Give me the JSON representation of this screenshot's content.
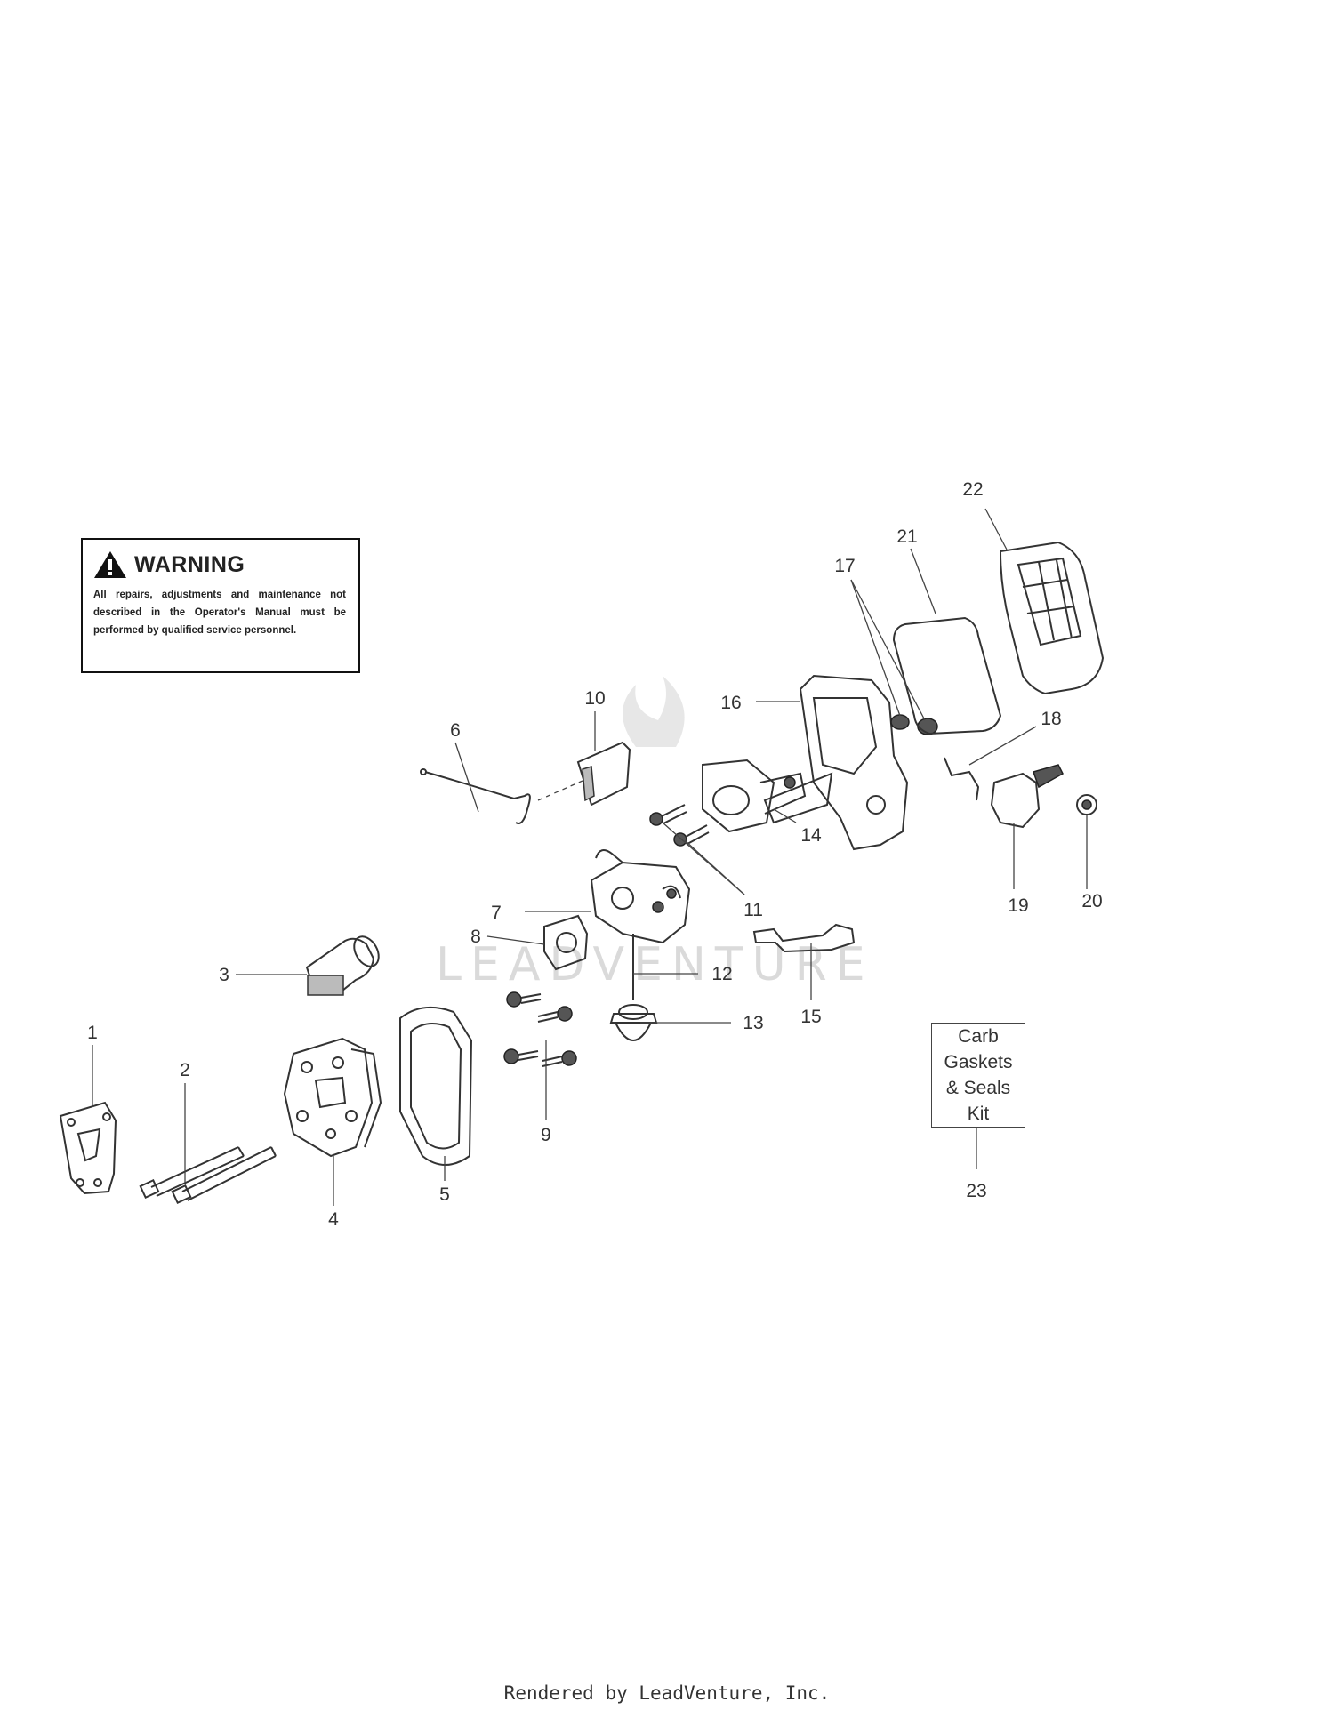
{
  "warning": {
    "title": "WARNING",
    "text": "All repairs, adjustments and maintenance not described in the Operator's Manual must be performed by qualified service personnel."
  },
  "kit_label": "Carb\nGaskets\n& Seals\nKit",
  "callouts": [
    "1",
    "2",
    "3",
    "4",
    "5",
    "6",
    "7",
    "8",
    "9",
    "10",
    "11",
    "12",
    "13",
    "14",
    "15",
    "16",
    "17",
    "18",
    "19",
    "20",
    "21",
    "22",
    "23"
  ],
  "watermark": "LEADVENTURE",
  "footer": "Rendered by LeadVenture, Inc."
}
